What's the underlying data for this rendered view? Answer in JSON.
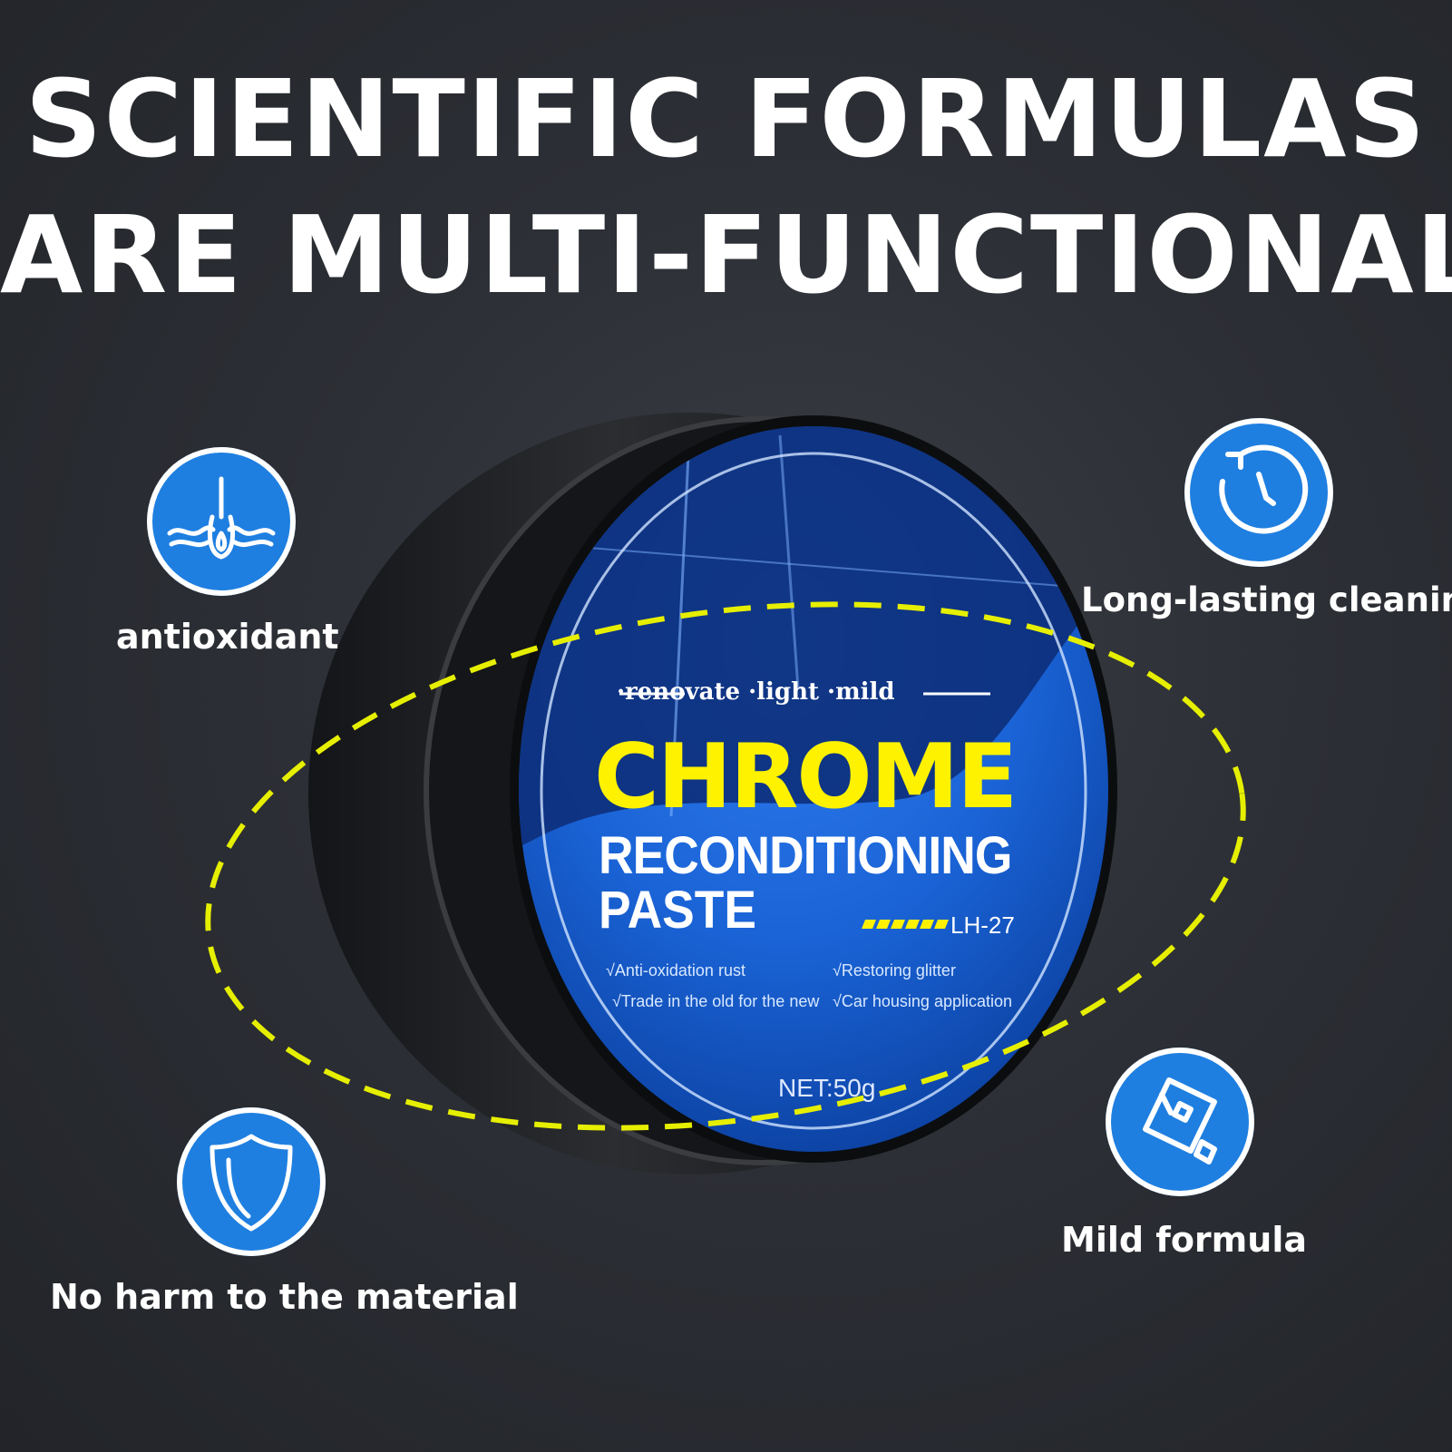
{
  "headline": {
    "line1": "SCIENTIFIC FORMULAS",
    "line2": "ARE MULTI-FUNCTIONAL"
  },
  "features": {
    "antioxidant": {
      "label": "antioxidant",
      "icon": "pore-drop-icon"
    },
    "long_lasting": {
      "label": "Long-lasting cleaning",
      "icon": "clock-refresh-icon"
    },
    "no_harm": {
      "label": "No harm to the material",
      "icon": "shield-icon"
    },
    "mild": {
      "label": "Mild formula",
      "icon": "eraser-icon"
    }
  },
  "product": {
    "tagline": "·renovate ·light ·mild",
    "brand": "CHROME",
    "name_line2": "RECONDITIONING",
    "name_line3": "PASTE",
    "model": "LH-27",
    "bullets": [
      "√Anti-oxidation rust",
      "√Restoring glitter",
      "√Trade in the old for the new",
      "√Car housing application"
    ],
    "net": "NET:50g"
  },
  "colors": {
    "accent_blue": "#1f7fe0",
    "brand_yellow": "#fff200",
    "ellipse_dash": "#e6ef00",
    "background": "#2c2f35"
  }
}
